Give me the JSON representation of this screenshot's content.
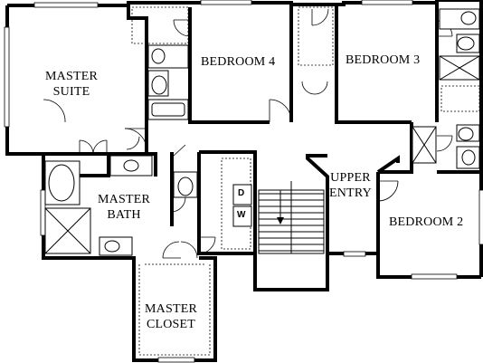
{
  "rooms": {
    "master_suite": [
      "MASTER",
      "SUITE"
    ],
    "bedroom4": "BEDROOM 4",
    "bedroom3": "BEDROOM 3",
    "master_bath": [
      "MASTER",
      "BATH"
    ],
    "upper_entry": [
      "UPPER",
      "ENTRY"
    ],
    "bedroom2": "BEDROOM 2",
    "master_closet": [
      "MASTER",
      "CLOSET"
    ]
  },
  "appliances": {
    "dryer": "D",
    "washer": "W"
  }
}
